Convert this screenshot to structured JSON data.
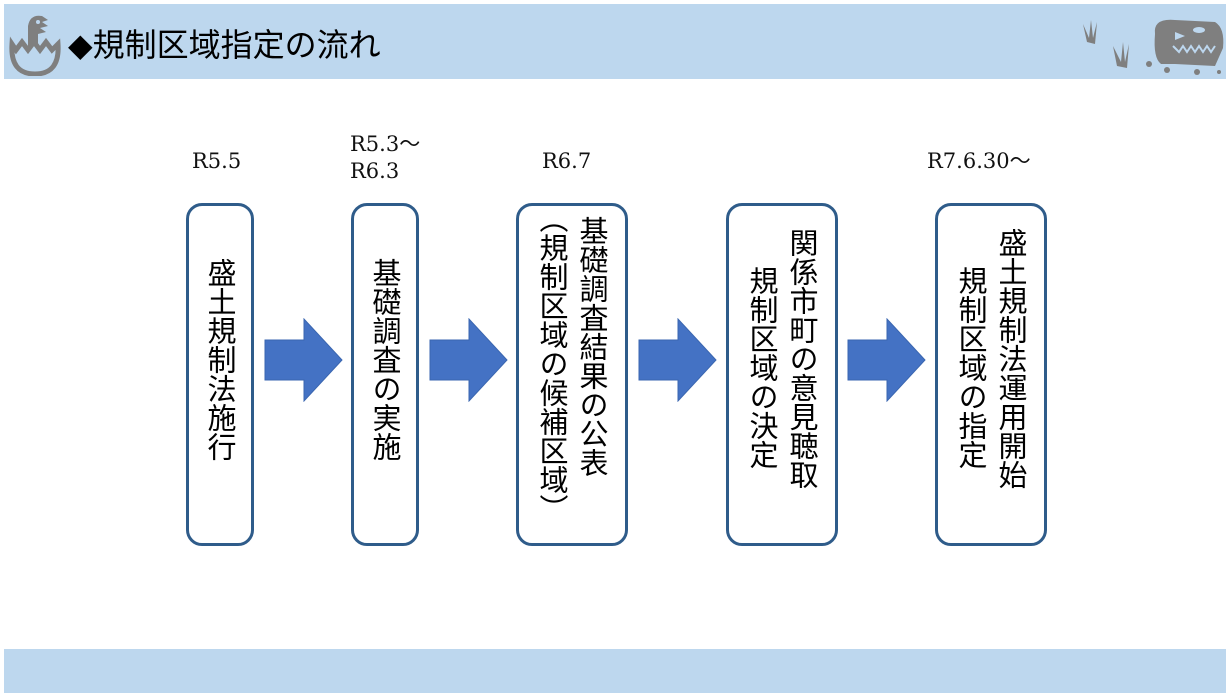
{
  "header": {
    "title": "◆規制区域指定の流れ",
    "left_icon": "hatching-dinosaur-egg-icon",
    "right_icon": "dinosaur-footprints-skull-icon"
  },
  "colors": {
    "band": "#bdd7ee",
    "box_border": "#2f5c8a",
    "arrow": "#4472c4",
    "icon_gray": "#7f7f7f"
  },
  "steps": [
    {
      "date": "R5.5",
      "lines": [
        "盛土規制法施行"
      ]
    },
    {
      "date_lines": [
        "R5.3～",
        "R6.3"
      ],
      "lines": [
        "基礎調査の実施"
      ]
    },
    {
      "date": "R6.7",
      "lines": [
        "基礎調査結果の公表",
        "（規制区域の候補区域）"
      ]
    },
    {
      "date": "",
      "lines": [
        "関係市町の意見聴取",
        "規制区域の決定"
      ]
    },
    {
      "date": "R7.6.30～",
      "lines": [
        "盛土規制法運用開始",
        "規制区域の指定"
      ]
    }
  ],
  "arrows": [
    "arrow-right-icon",
    "arrow-right-icon",
    "arrow-right-icon",
    "arrow-right-icon"
  ]
}
